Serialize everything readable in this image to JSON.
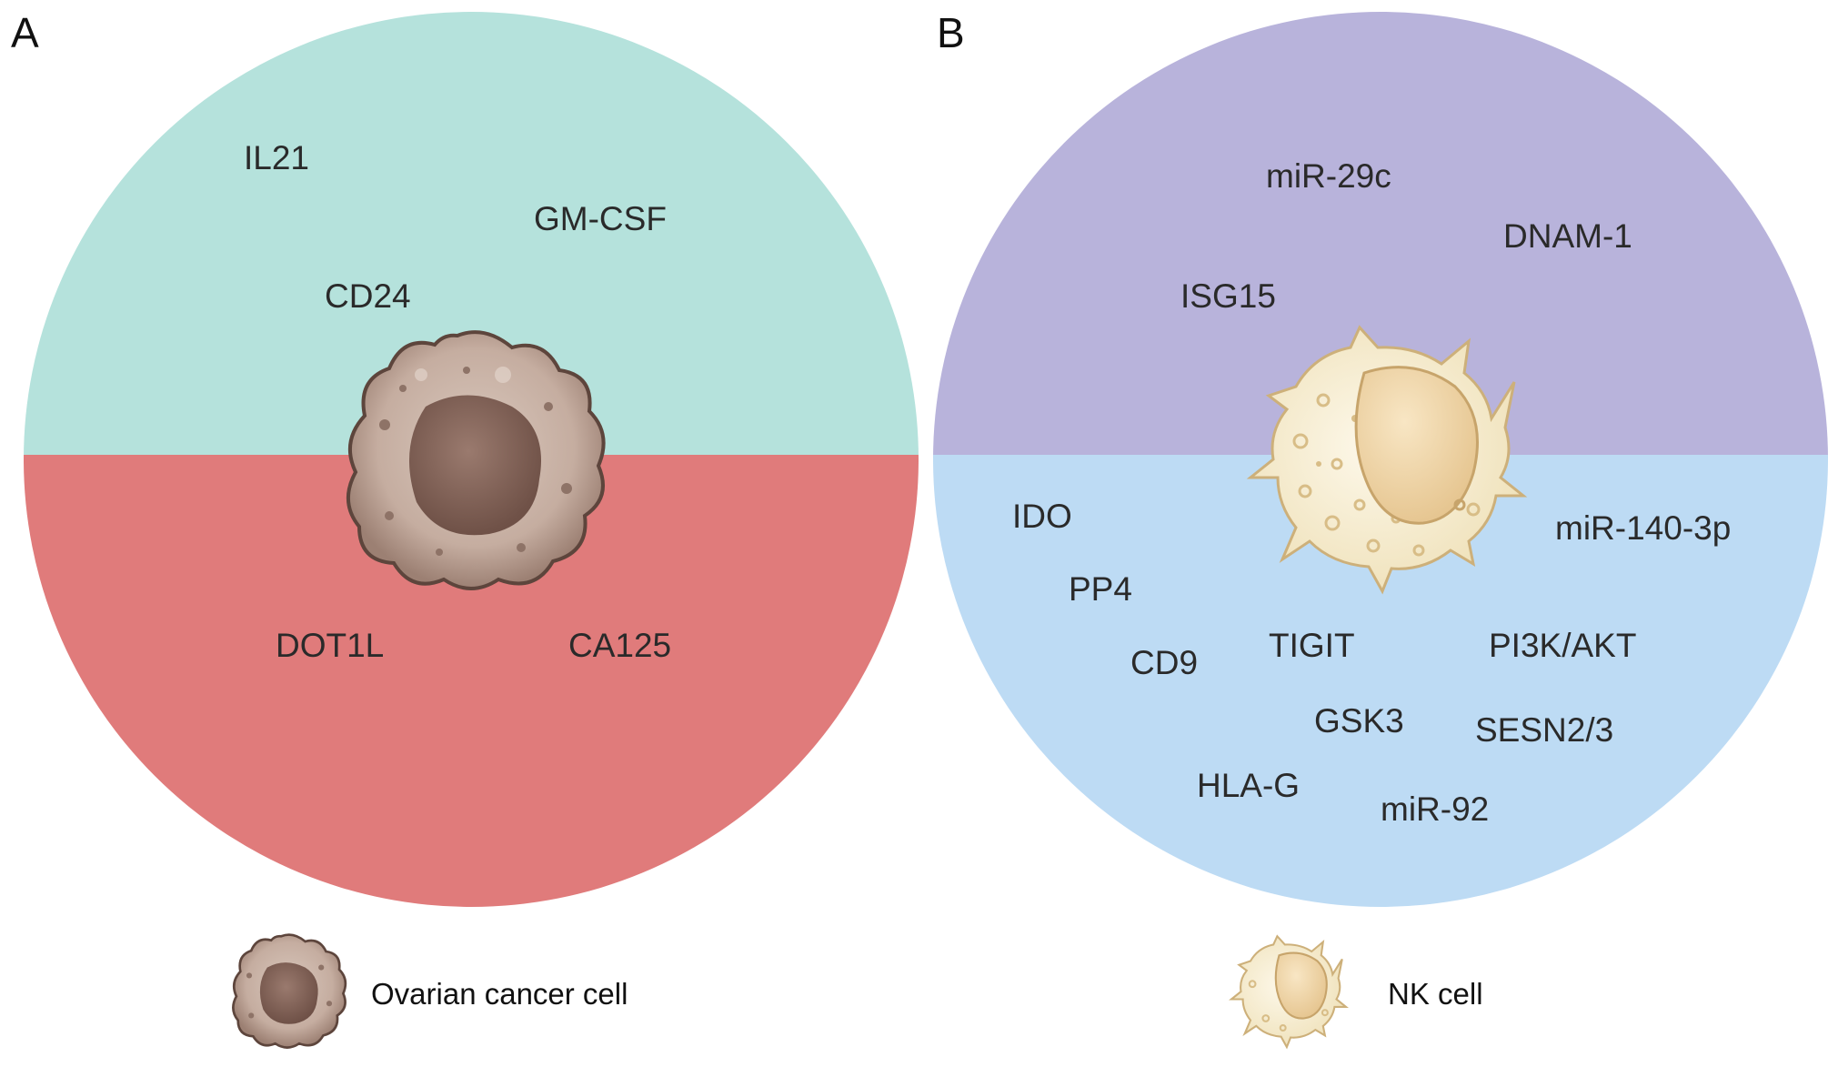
{
  "panels": [
    {
      "letter": "A",
      "top_color": "#b5e2dc",
      "bottom_color": "#e07b7b",
      "top_labels": [
        "IL21",
        "GM-CSF",
        "CD24"
      ],
      "bottom_labels": [
        "DOT1L",
        "CA125"
      ]
    },
    {
      "letter": "B",
      "top_color": "#b8b3db",
      "bottom_color": "#bddbf4",
      "top_labels": [
        "miR-29c",
        "DNAM-1",
        "ISG15"
      ],
      "bottom_labels": [
        "IDO",
        "miR-140-3p",
        "PP4",
        "CD9",
        "TIGIT",
        "PI3K/AKT",
        "GSK3",
        "SESN2/3",
        "HLA-G",
        "miR-92"
      ]
    }
  ],
  "legend": {
    "ovarian": {
      "label": "Ovarian cancer cell",
      "icon": "ovarian-cancer-cell-icon"
    },
    "nk": {
      "label": "NK cell",
      "icon": "nk-cell-icon"
    }
  },
  "colors": {
    "ovarian_cell_outer": "#c8b3a6",
    "ovarian_cell_nucleus": "#86645a",
    "nk_cell_body": "#f7eed5",
    "nk_cell_nucleus": "#f0d7a8",
    "nk_cell_outline": "#cdb07a"
  }
}
